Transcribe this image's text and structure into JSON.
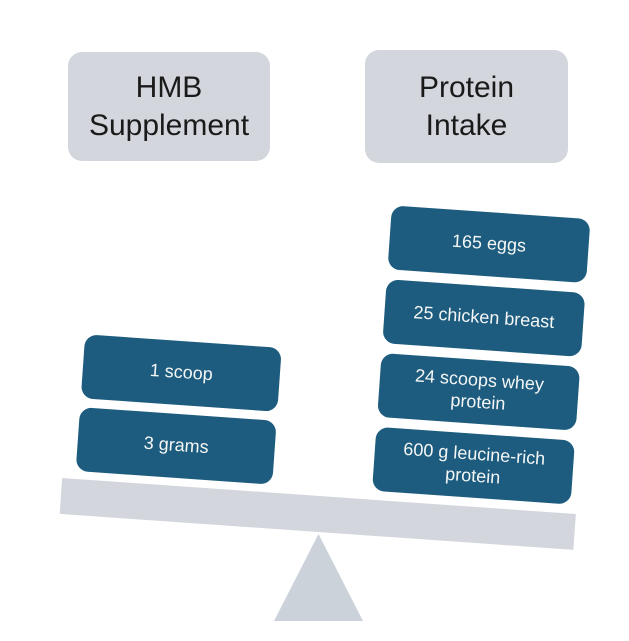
{
  "diagram": {
    "title_meaning": "Balance comparing HMB supplement dose to equivalent protein intake",
    "left_column": {
      "header": "HMB\nSupplement",
      "weights": [
        "1 scoop",
        "3 grams"
      ]
    },
    "right_column": {
      "header": "Protein\nIntake",
      "weights": [
        "165 eggs",
        "25 chicken breast",
        "24 scoops whey\nprotein",
        "600 g leucine-rich\nprotein"
      ]
    },
    "colors": {
      "weight_fill": "#1d5c7e",
      "weight_text": "#f5f7f7",
      "header_fill": "#d3d7dd",
      "header_text": "#1a1a1a",
      "beam_fill": "#d3d7dd",
      "fulcrum_fill": "#ccd2da"
    },
    "tilt_degrees": 4
  }
}
